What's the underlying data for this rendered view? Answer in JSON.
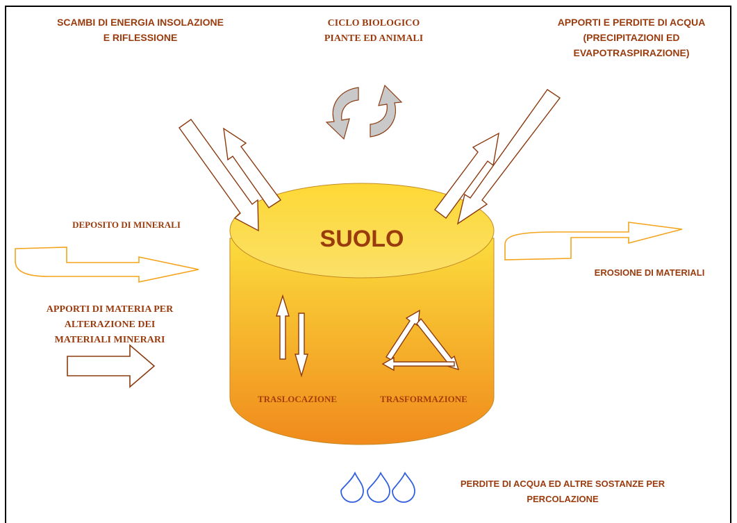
{
  "center": {
    "title": "SUOLO"
  },
  "labels": {
    "top_left": "SCAMBI DI ENERGIA INSOLAZIONE\nE RIFLESSIONE",
    "top_center": "CICLO BIOLOGICO\nPIANTE ED ANIMALI",
    "top_right": "APPORTI E PERDITE DI ACQUA\n(PRECIPITAZIONI ED\nEVAPOTRASPIRAZIONE)",
    "left_mid": "DEPOSITO DI MINERALI",
    "left_low": "APPORTI DI MATERIA PER\nALTERAZIONE DEI\nMATERIALI MINERARI",
    "right_mid": "EROSIONE DI MATERIALI",
    "inner_left": "TRASLOCAZIONE",
    "inner_right": "TRASFORMAZIONE",
    "bottom": "PERDITE DI ACQUA ED ALTRE SOSTANZE PER\nPERCOLAZIONE"
  },
  "colors": {
    "text": "#9a3b0e",
    "arrow_stroke": "#8b3a0f",
    "orange_arrow": "#f5a31a",
    "cylinder_top": "#fbd433",
    "cylinder_body_top": "#f9d23a",
    "cylinder_body_bottom": "#f08a1c",
    "drop": "#3060e0",
    "cycle_fill": "#c9c9c9"
  }
}
